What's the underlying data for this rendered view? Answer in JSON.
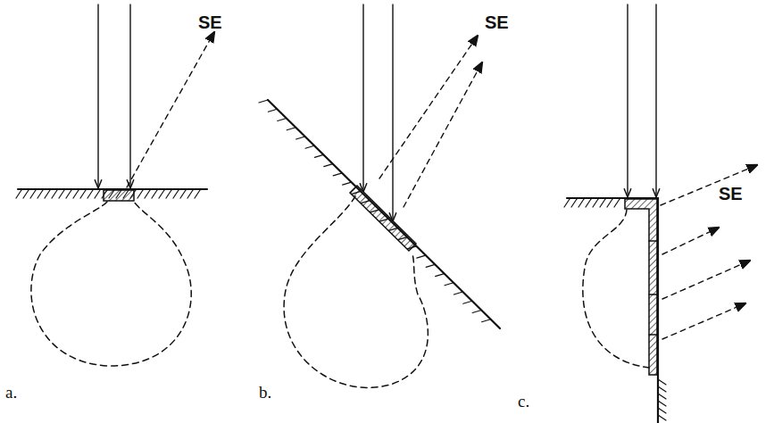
{
  "diagram": {
    "labels": [
      "SE",
      "SE",
      "SE",
      "a.",
      "b.",
      "c."
    ]
  }
}
